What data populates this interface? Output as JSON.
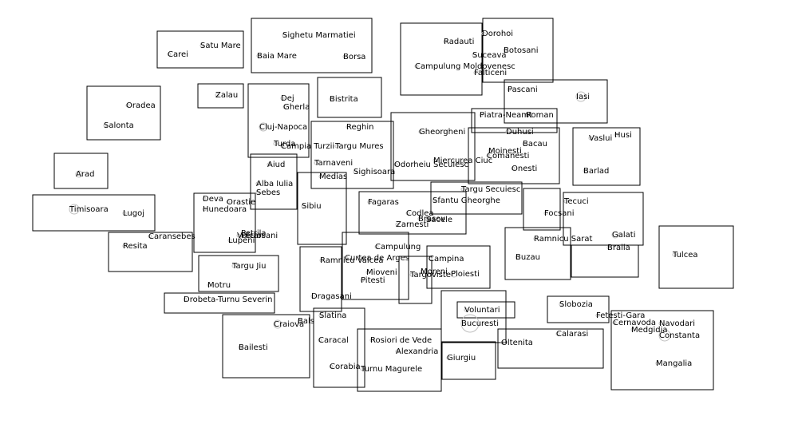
{
  "colors": {
    "stroke": "#000000",
    "marker": "#bfbfbf",
    "background": "#ffffff"
  },
  "cities": [
    "Satu Mare",
    "Carei",
    "Sighetu Marmatiei",
    "Baia Mare",
    "Borsa",
    "Radauti",
    "Dorohoi",
    "Suceava",
    "Botosani",
    "Campulung Moldovenesc",
    "Falticeni",
    "Oradea",
    "Salonta",
    "Zalau",
    "Dej",
    "Gherla",
    "Cluj-Napoca",
    "Bistrita",
    "Pascani",
    "Iasi",
    "Piatra-Neamt",
    "Roman",
    "Reghin",
    "Gheorgheni",
    "Campia Turzii",
    "Turda",
    "Targu Mures",
    "Duhusi",
    "Bacau",
    "Moinesti",
    "Comanesti",
    "Vaslui",
    "Husi",
    "Barlad",
    "Arad",
    "Aiud",
    "Tarnaveni",
    "Sighisoara",
    "Medias",
    "Odorheiu Secuiesc",
    "Miercurea Ciuc",
    "Onesti",
    "Alba Iulia",
    "Sebes",
    "Timisoara",
    "Lugoj",
    "Deva",
    "Hunedoara",
    "Orastie",
    "Sibiu",
    "Fagaras",
    "Targu Secuiesc",
    "Sfantu Gheorghe",
    "Tecuci",
    "Codlea",
    "Brasov",
    "Sacele",
    "Focsani",
    "Zarnesti",
    "Caransebes",
    "Petrila",
    "Lupeni",
    "Vulcan",
    "Petrosani",
    "Galati",
    "Resita",
    "Ramnicu Sarat",
    "Braila",
    "Tulcea",
    "Campulung",
    "Curtea de Arges",
    "Ramnicu Valcea",
    "Buzau",
    "Campina",
    "Targu Jiu",
    "Mioveni",
    "Pitesti",
    "Moreni",
    "Targoviste",
    "Ploiesti",
    "Motru",
    "Dragasani",
    "Drobeta-Turnu Severin",
    "Slobozia",
    "Voluntari",
    "Slatina",
    "Fetesti-Gara",
    "Cernavoda",
    "Navodari",
    "Medgidia",
    "Constanta",
    "Bucuresti",
    "Craiova",
    "Bals",
    "Rosiori de Vede",
    "Calarasi",
    "Caracal",
    "Alexandria",
    "Bailesti",
    "Oltenita",
    "Giurgiu",
    "Corabia",
    "Turnu Magurele",
    "Mangalia"
  ]
}
